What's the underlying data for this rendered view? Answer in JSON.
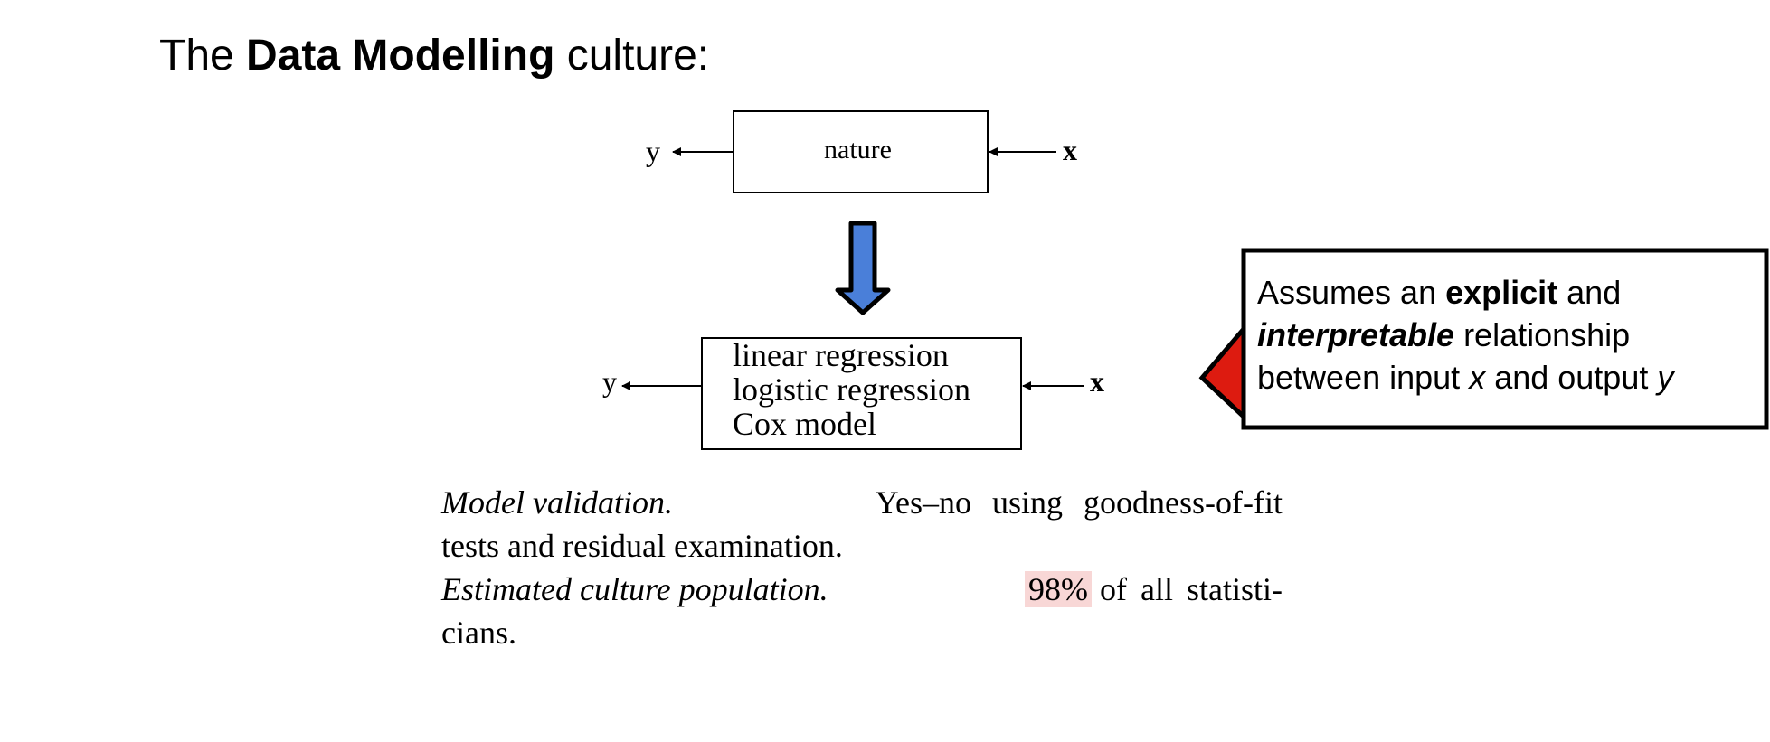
{
  "slide": {
    "title_prefix": "The ",
    "title_bold": "Data Modelling",
    "title_suffix": " culture:"
  },
  "diagram_top": {
    "box_label": "nature",
    "output_label": "y",
    "input_label": "x"
  },
  "transition_arrow": {
    "color": "#4a7fd9",
    "icon": "down-arrow-icon"
  },
  "diagram_bottom": {
    "models": [
      "linear regression",
      "logistic regression",
      "Cox model"
    ],
    "output_label": "y",
    "input_label": "x"
  },
  "paragraph": {
    "validation_term": "Model validation.",
    "validation_text_1": "Yes–no using goodness-of-fit",
    "validation_text_2": "tests and residual examination.",
    "population_term": "Estimated culture population.",
    "population_value": "98%",
    "population_text_1": "of all statisti-",
    "population_text_2": "cians.",
    "highlight_color": "#f8d7d6"
  },
  "callout": {
    "part1": "Assumes an ",
    "bold1": "explicit",
    "part2": " and",
    "bold_italic": "interpretable",
    "part3": " relationship",
    "part4": "between input ",
    "var_x": "x",
    "part5": " and output ",
    "var_y": "y",
    "pointer_color": "#dd1b10"
  }
}
